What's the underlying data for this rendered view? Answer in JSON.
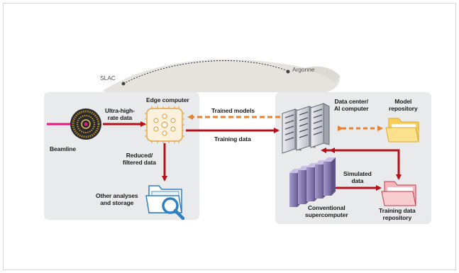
{
  "diagram": {
    "sites": {
      "left": "SLAC",
      "right": "Argonne"
    },
    "nodes": {
      "beamline": "Beamline",
      "edge_computer": "Edge computer",
      "data_center": "Data center/\nAI computer",
      "model_repository": "Model\nrepository",
      "other_analyses": "Other analyses\nand storage",
      "conventional_supercomputer": "Conventional\nsupercomputer",
      "training_data_repository": "Training data\nrepository"
    },
    "flows": {
      "ultra_high_rate": "Ultra-high-\nrate data",
      "reduced_filtered": "Reduced/\nfiltered data",
      "trained_models": "Trained models",
      "training_data": "Training data",
      "simulated_data": "Simulated\ndata"
    },
    "colors": {
      "data_arrow": "#b3121b",
      "model_arrow": "#e8822f",
      "beam": "#e8177d",
      "panel": "#e9eaec",
      "folder_yellow": "#f7cf55",
      "folder_pink": "#f3b6bd",
      "folder_blue": "#2f7fc4",
      "rack_purple": "#8c7fb8"
    },
    "icons": [
      "detector-icon",
      "edge-chip-icon",
      "server-rack-icon",
      "supercomputer-icon",
      "folder-icon",
      "magnifier-icon"
    ]
  }
}
